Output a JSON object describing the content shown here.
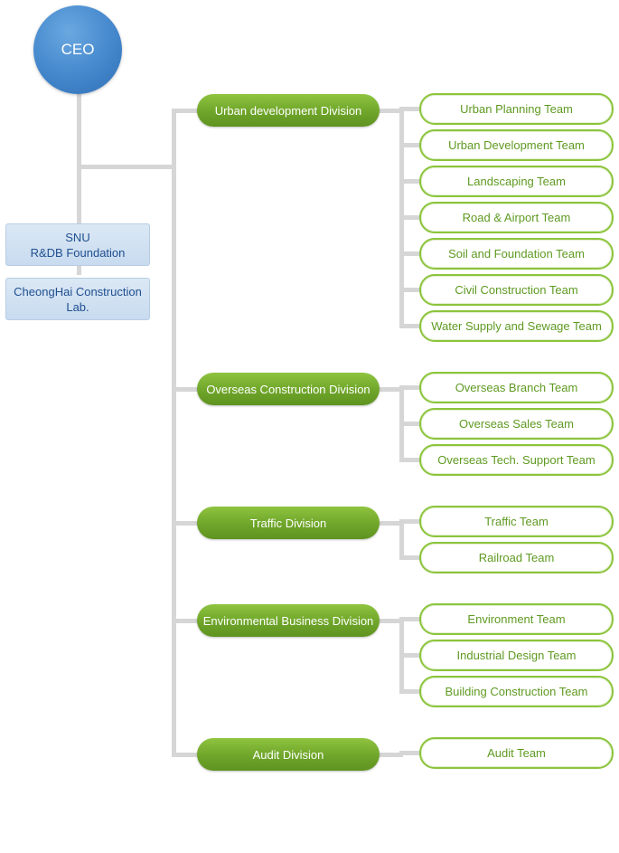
{
  "ceo": {
    "label": "CEO"
  },
  "affiliates": [
    {
      "line1": "SNU",
      "line2": "R&DB Foundation"
    },
    {
      "line1": "CheongHai Construction",
      "line2": "Lab."
    }
  ],
  "divisions": [
    {
      "label": "Urban development Division",
      "teams": [
        "Urban Planning Team",
        "Urban Development Team",
        "Landscaping Team",
        "Road & Airport Team",
        "Soil and Foundation Team",
        "Civil Construction Team",
        "Water Supply and Sewage Team"
      ]
    },
    {
      "label": "Overseas Construction Division",
      "teams": [
        "Overseas Branch Team",
        "Overseas Sales Team",
        "Overseas Tech. Support Team"
      ]
    },
    {
      "label": "Traffic Division",
      "teams": [
        "Traffic Team",
        "Railroad Team"
      ]
    },
    {
      "label": "Environmental Business Division",
      "teams": [
        "Environment Team",
        "Industrial Design Team",
        "Building Construction Team"
      ]
    },
    {
      "label": "Audit Division",
      "teams": [
        "Audit Team"
      ]
    }
  ],
  "colors": {
    "ceo": "#4a8dd0",
    "division": "#79b231",
    "team_border": "#8cc43c",
    "team_text": "#5f9a22",
    "affiliate_bg": "#d3e3f3",
    "affiliate_text": "#1f4f8f",
    "connector": "#d6d6d6"
  }
}
